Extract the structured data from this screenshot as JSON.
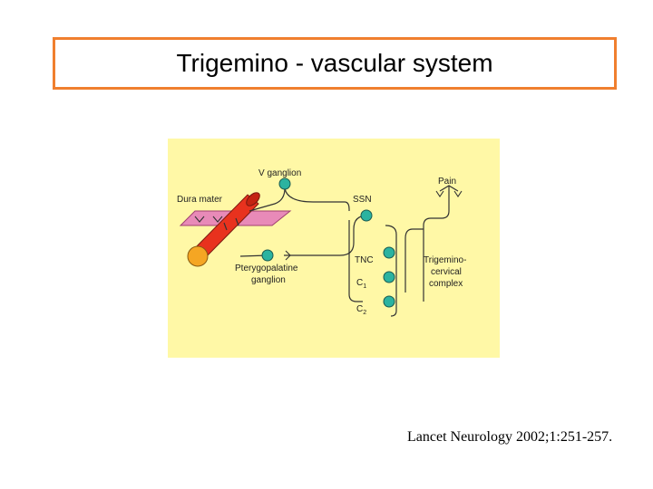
{
  "slide": {
    "title": "Trigemino - vascular system",
    "citation": "Lancet Neurology 2002;1:251-257."
  },
  "diagram": {
    "background_color": "#fff8a6",
    "labels": {
      "v_ganglion": "V ganglion",
      "dura_mater": "Dura mater",
      "ssn": "SSN",
      "pain": "Pain",
      "tnc": "TNC",
      "c1_letter": "C",
      "c1_sub": "1",
      "c2_letter": "C",
      "c2_sub": "2",
      "pterygopalatine_line1": "Pterygopalatine",
      "pterygopalatine_line2": "ganglion",
      "trigemino_line1": "Trigemino-",
      "trigemino_line2": "cervical",
      "trigemino_line3": "complex"
    },
    "colors": {
      "dura": "#e88ab8",
      "vessel": "#e8321e",
      "vessel_end": "#f5a623",
      "neuron": "#2bb3a0"
    }
  }
}
